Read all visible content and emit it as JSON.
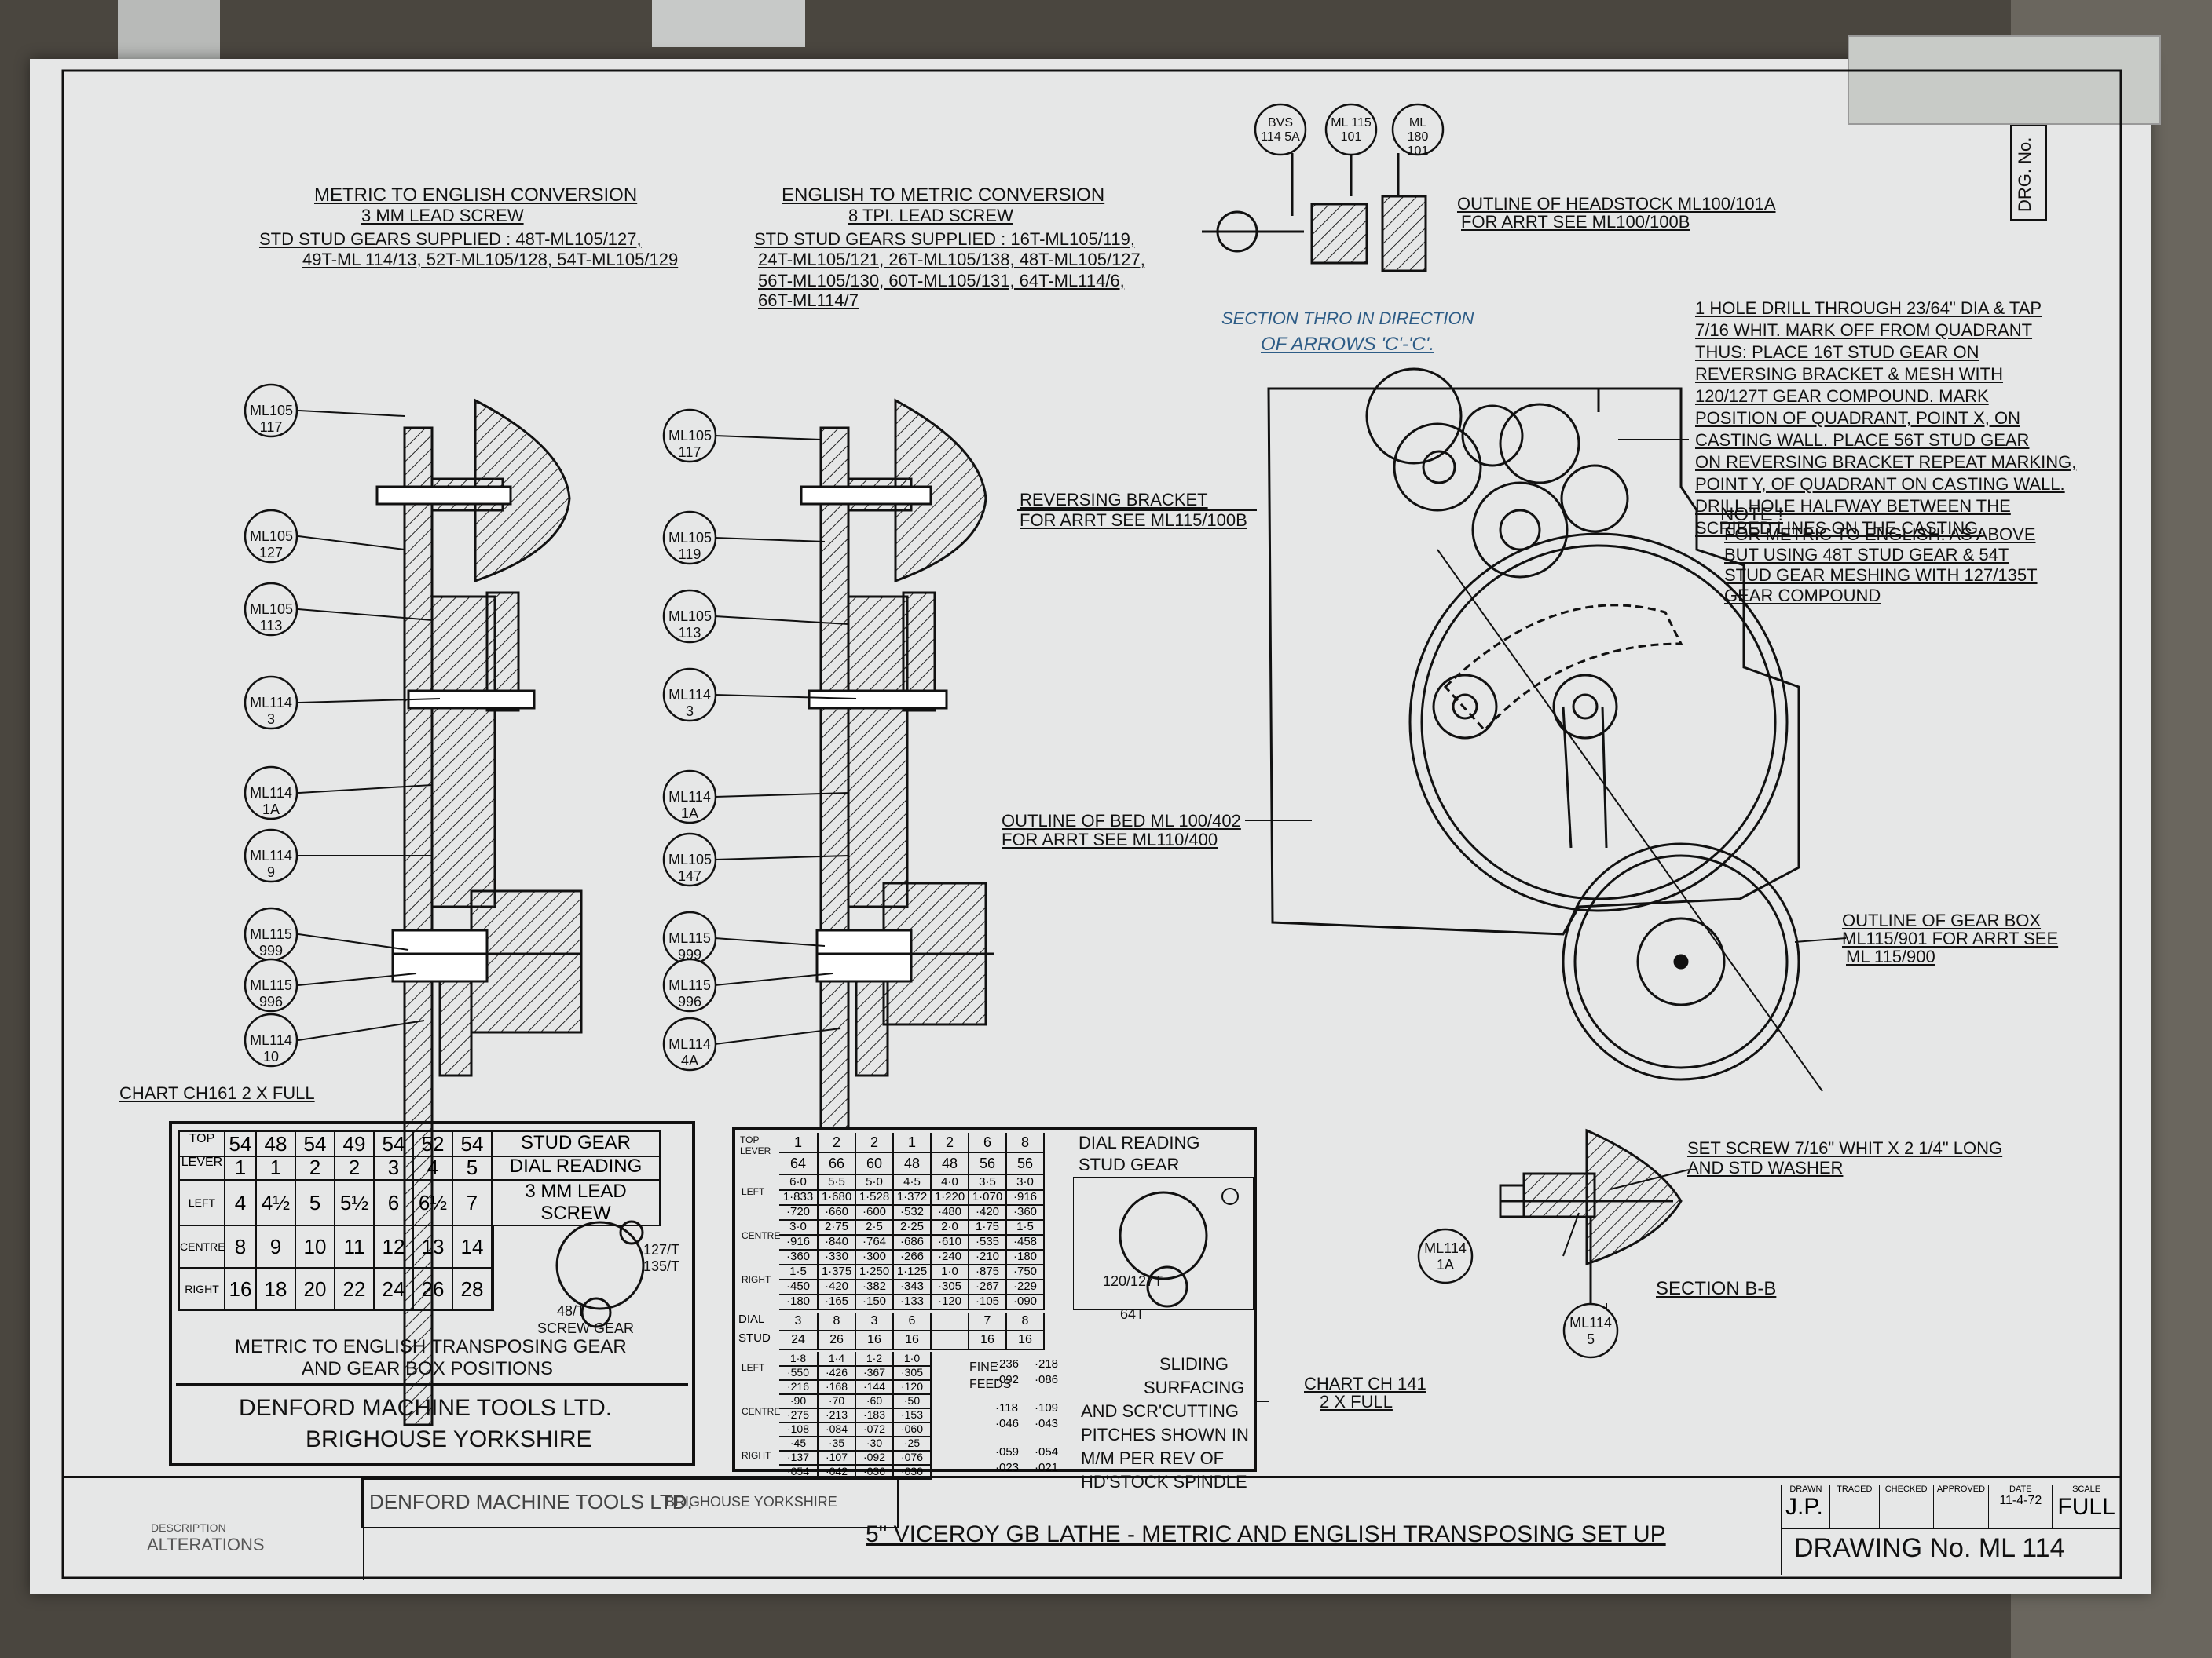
{
  "corner_label": "DRG. No.",
  "metric_to_english": {
    "title": "METRIC TO ENGLISH CONVERSION",
    "subtitle": "3 MM LEAD SCREW",
    "note_line1": "STD STUD GEARS SUPPLIED : 48T-ML105/127,",
    "note_line2": "49T-ML 114/13,  52T-ML105/128, 54T-ML105/129"
  },
  "english_to_metric": {
    "title": "ENGLISH TO METRIC CONVERSION",
    "subtitle": "8 TPI. LEAD SCREW",
    "note_line1": "STD STUD GEARS SUPPLIED : 16T-ML105/119,",
    "note_line2": "24T-ML105/121, 26T-ML105/138, 48T-ML105/127,",
    "note_line3": "56T-ML105/130, 60T-ML105/131, 64T-ML114/6,",
    "note_line4": "66T-ML114/7"
  },
  "left_balloons": [
    "ML105 117",
    "ML105 127",
    "ML105 113",
    "ML114 3",
    "ML114 1A",
    "ML114 9",
    "ML115 999",
    "ML115 996",
    "ML114 10"
  ],
  "mid_balloons": [
    "ML105 117",
    "ML105 119",
    "ML105 113",
    "ML114 3",
    "ML114 1A",
    "ML105 147",
    "ML115 999",
    "ML115 996",
    "ML114 4A"
  ],
  "top_balloons": [
    "BVS 114 5A",
    "ML 115 101",
    "ML 180 101"
  ],
  "headstock_note": [
    "OUTLINE OF HEADSTOCK ML100/101A",
    "FOR ARRT SEE ML100/100B"
  ],
  "section_cc": [
    "SECTION THRO IN DIRECTION",
    "OF ARROWS 'C'-'C'."
  ],
  "drill_note": [
    "1 HOLE DRILL THROUGH 23/64\" DIA & TAP",
    "7/16 WHIT. MARK OFF FROM QUADRANT",
    "THUS: PLACE 16T STUD GEAR ON",
    "REVERSING BRACKET & MESH WITH",
    "120/127T GEAR COMPOUND. MARK",
    "POSITION OF QUADRANT, POINT X, ON",
    "CASTING WALL. PLACE 56T STUD GEAR",
    "ON REVERSING BRACKET REPEAT MARKING,",
    "POINT Y, OF QUADRANT ON CASTING WALL.",
    "DRILL HOLE HALFWAY BETWEEN THE",
    "SCRIBED LINES ON THE CASTING."
  ],
  "note_title": "NOTE !",
  "note_body": [
    "FOR METRIC TO ENGLISH: AS ABOVE",
    "BUT USING 48T STUD GEAR & 54T",
    "STUD GEAR MESHING WITH 127/135T",
    "GEAR COMPOUND"
  ],
  "reversing_bracket": [
    "REVERSING BRACKET",
    "FOR ARRT SEE ML115/100B"
  ],
  "bed_outline": [
    "OUTLINE OF BED ML 100/402",
    "FOR ARRT SEE ML110/400"
  ],
  "gearbox_outline": [
    "OUTLINE OF GEAR BOX",
    "ML115/901 FOR ARRT SEE",
    "ML 115/900"
  ],
  "set_screw": [
    "SET SCREW 7/16\" WHIT X 2 1/4\" LONG",
    "AND STD WASHER"
  ],
  "section_bb": "SECTION B-B",
  "bb_balloons": [
    "ML114 1A",
    "ML114 5"
  ],
  "chart_ch161": "CHART CH161  2 X FULL",
  "chart_ch141": [
    "CHART CH 141",
    "2 X FULL"
  ],
  "plate1": {
    "row_top_label": "TOP",
    "row_lever_label": "LEVER",
    "top_values": [
      "54",
      "48",
      "54",
      "49",
      "54",
      "52",
      "54"
    ],
    "lever_values": [
      "1",
      "1",
      "2",
      "2",
      "3",
      "4",
      "5"
    ],
    "row_a": [
      "4",
      "4½",
      "5",
      "5½",
      "6",
      "6½",
      "7"
    ],
    "row_b": [
      "8",
      "9",
      "10",
      "11",
      "12",
      "13",
      "14"
    ],
    "row_c": [
      "16",
      "18",
      "20",
      "22",
      "24",
      "26",
      "28"
    ],
    "side_labels": [
      "LEFT",
      "CENTRE",
      "RIGHT"
    ],
    "stud_gear": "STUD GEAR",
    "dial_reading": "DIAL READING",
    "lead_screw": "3 MM LEAD SCREW",
    "gear_label": "127/T 135/T",
    "gear_48": "48/T",
    "screw_gear": "SCREW GEAR",
    "caption1": "METRIC TO ENGLISH TRANSPOSING GEAR",
    "caption2": "AND GEAR BOX POSITIONS",
    "maker1": "DENFORD MACHINE TOOLS LTD.",
    "maker2": "BRIGHOUSE YORKSHIRE"
  },
  "plate2": {
    "top_lever": "TOP LEVER",
    "top_row": [
      "1",
      "2",
      "2",
      "1",
      "2",
      "6",
      "8"
    ],
    "gear_row": [
      "64",
      "66",
      "60",
      "48",
      "48",
      "56",
      "56"
    ],
    "left_rows": [
      [
        "6·0",
        "5·5",
        "5·0",
        "4·5",
        "4·0",
        "3·5",
        "3·0"
      ],
      [
        "1·833",
        "1·680",
        "1·528",
        "1·372",
        "1·220",
        "1·070",
        "·916"
      ],
      [
        "·720",
        "·660",
        "·600",
        "·532",
        "·480",
        "·420",
        "·360"
      ]
    ],
    "centre_rows": [
      [
        "3·0",
        "2·75",
        "2·5",
        "2·25",
        "2·0",
        "1·75",
        "1·5"
      ],
      [
        "·916",
        "·840",
        "·764",
        "·686",
        "·610",
        "·535",
        "·458"
      ],
      [
        "·360",
        "·330",
        "·300",
        "·266",
        "·240",
        "·210",
        "·180"
      ]
    ],
    "right_rows": [
      [
        "1·5",
        "1·375",
        "1·250",
        "1·125",
        "1·0",
        "·875",
        "·750"
      ],
      [
        "·450",
        "·420",
        "·382",
        "·343",
        "·305",
        "·267",
        "·229"
      ],
      [
        "·180",
        "·165",
        "·150",
        "·133",
        "·120",
        "·105",
        "·090"
      ]
    ],
    "dial_row": [
      "DIAL",
      "3",
      "8",
      "3",
      "6",
      "",
      "7",
      "8"
    ],
    "stud_row": [
      "STUD",
      "24",
      "26",
      "16",
      "16",
      "",
      "16",
      "16"
    ],
    "lower_left": [
      [
        "1·8",
        "1·4",
        "1·2",
        "1·0"
      ],
      [
        "·550",
        "·426",
        "·367",
        "·305"
      ],
      [
        "·216",
        "·168",
        "·144",
        "·120"
      ]
    ],
    "lower_centre": [
      [
        "·90",
        "·70",
        "·60",
        "·50"
      ],
      [
        "·275",
        "·213",
        "·183",
        "·153"
      ],
      [
        "·108",
        "·084",
        "·072",
        "·060"
      ]
    ],
    "lower_right": [
      [
        "·45",
        "·35",
        "·30",
        "·25"
      ],
      [
        "·137",
        "·107",
        "·092",
        "·076"
      ],
      [
        "·054",
        "·042",
        "·036",
        "·030"
      ]
    ],
    "fine_left": [
      [
        "·236",
        "·218"
      ],
      [
        "·092",
        "·086"
      ]
    ],
    "fine_centre": [
      [
        "·118",
        "·109"
      ],
      [
        "·046",
        "·043"
      ]
    ],
    "fine_right": [
      [
        "·059",
        "·054"
      ],
      [
        "·023",
        "·021"
      ]
    ],
    "fine_feeds": "FINE FEEDS",
    "side_labels": [
      "LEFT",
      "CENTRE",
      "RIGHT"
    ],
    "dial_reading": "DIAL READING",
    "stud_gear": "STUD GEAR",
    "gear_a": "120/127T",
    "gear_b": "64T",
    "legend": [
      "SLIDING",
      "SURFACING",
      "AND SCR'CUTTING",
      "PITCHES SHOWN IN",
      "M/M PER REV OF",
      "HD'STOCK SPINDLE"
    ]
  },
  "title_block": {
    "company": "DENFORD MACHINE TOOLS LTD.",
    "town": "BRIGHOUSE  YORKSHIRE",
    "title": "5\" VICEROY GB LATHE - METRIC AND ENGLISH TRANSPOSING SET UP",
    "description": "DESCRIPTION",
    "alterations": "ALTERATIONS",
    "drawn_label": "DRAWN",
    "traced_label": "TRACED",
    "checked_label": "CHECKED",
    "approved_label": "APPROVED",
    "date_label": "DATE",
    "scale_label": "SCALE",
    "drawn": "J.P.",
    "date": "11-4-72",
    "scale": "FULL",
    "drawing_no": "DRAWING No. ML 114"
  }
}
